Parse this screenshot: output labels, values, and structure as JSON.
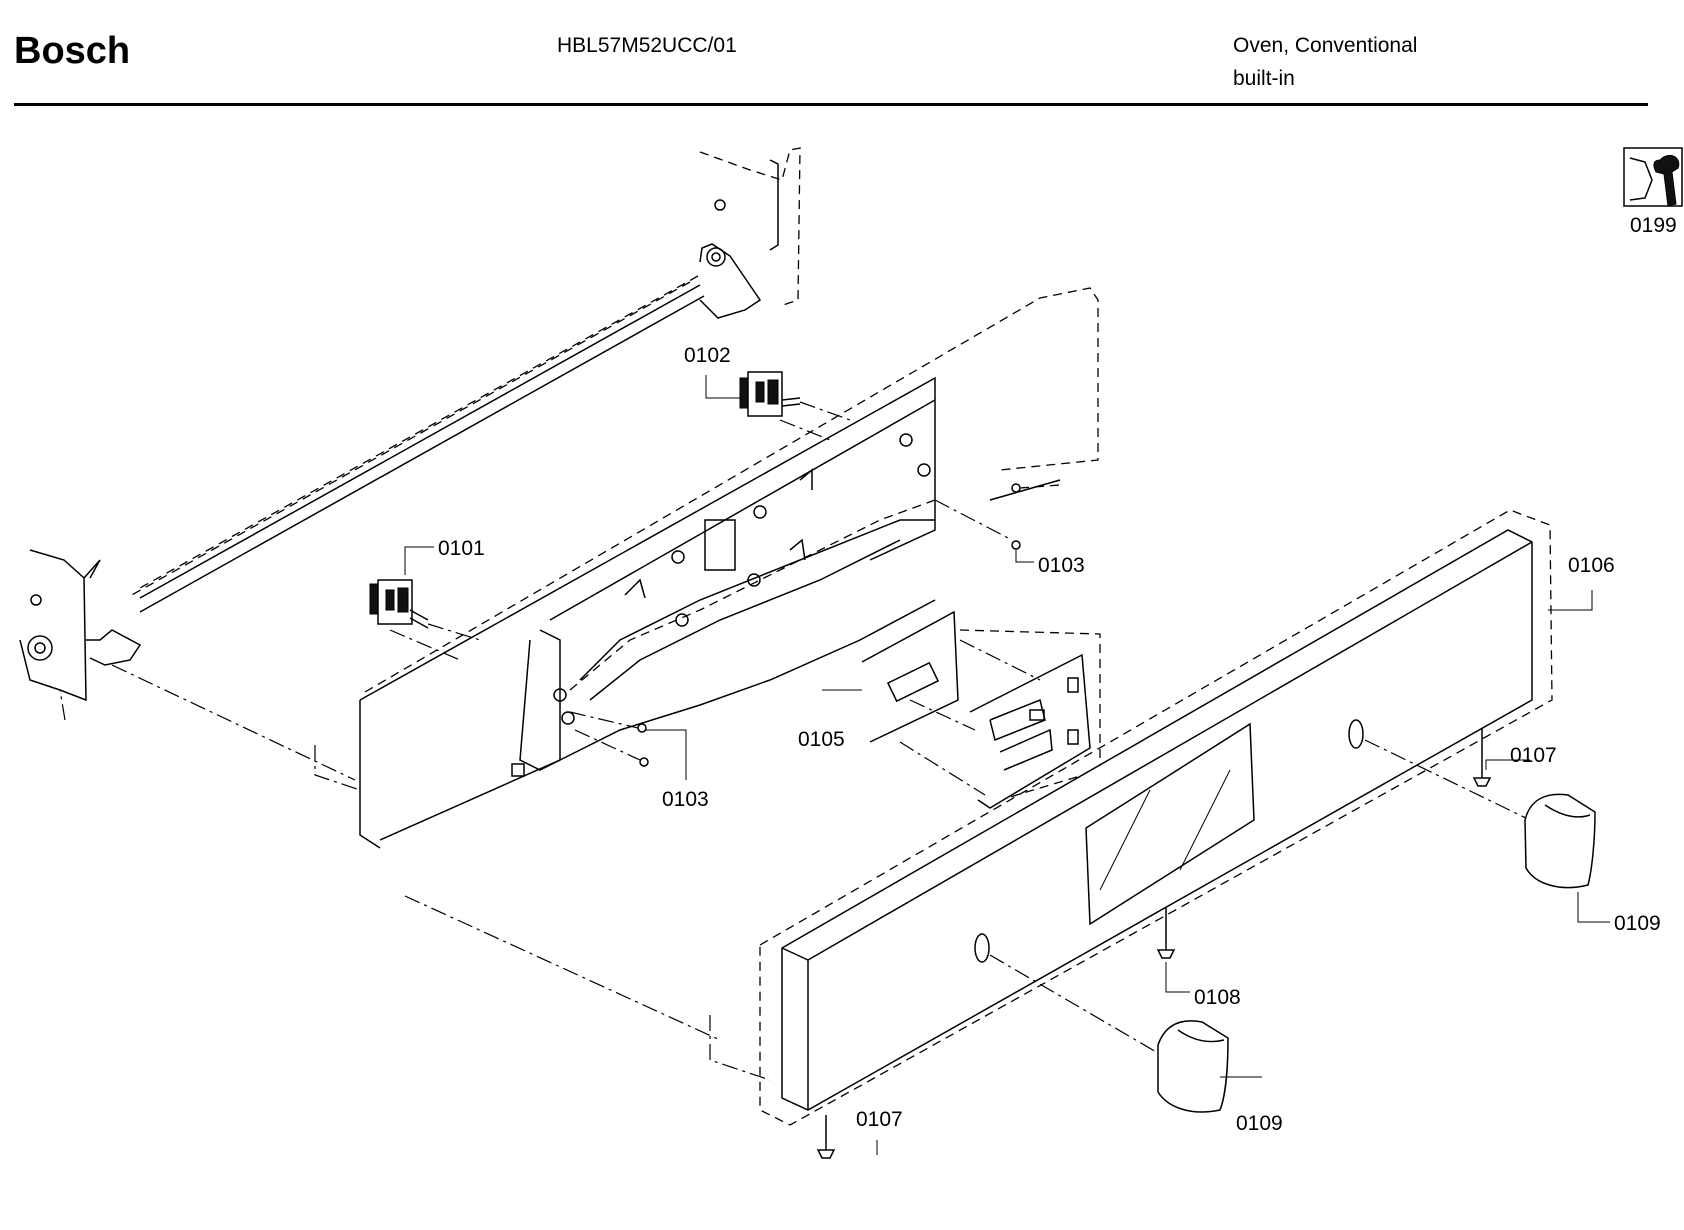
{
  "header": {
    "brand": "Bosch",
    "model": "HBL57M52UCC/01",
    "appliance_line1": "Oven, Conventional",
    "appliance_line2": "built-in"
  },
  "service_icon": {
    "icon": "service-wrench-icon",
    "label": "0199"
  },
  "parts": {
    "p0101": "0101",
    "p0102": "0102",
    "p0103": "0103",
    "p0105": "0105",
    "p0106": "0106",
    "p0107": "0107",
    "p0108": "0108",
    "p0109": "0109"
  }
}
